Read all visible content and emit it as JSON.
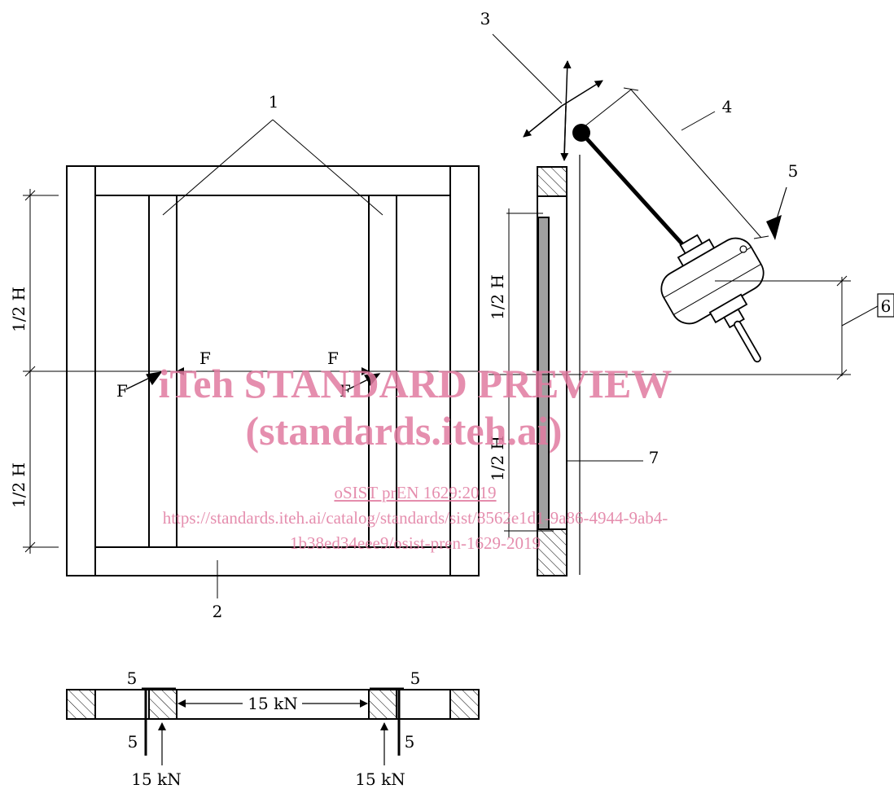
{
  "labels": {
    "n1": "1",
    "n2": "2",
    "n3": "3",
    "n4": "4",
    "n5": "5",
    "n6": "6",
    "n7": "7",
    "half_h": "1/2 H",
    "force": "F",
    "load": "15 kN"
  },
  "watermark": {
    "line1": "iTeh STANDARD PREVIEW",
    "line2": "(standards.iteh.ai)",
    "line3": "oSIST prEN 1629:2019",
    "line4": "https://standards.iteh.ai/catalog/standards/sist/8562e1d1-9a86-4944-9ab4-",
    "line5": "1b38ed34eee9/osist-pren-1629-2019"
  },
  "colors": {
    "line": "#000000",
    "glass": "#a0a0a0",
    "watermark": "#e07aa0"
  }
}
